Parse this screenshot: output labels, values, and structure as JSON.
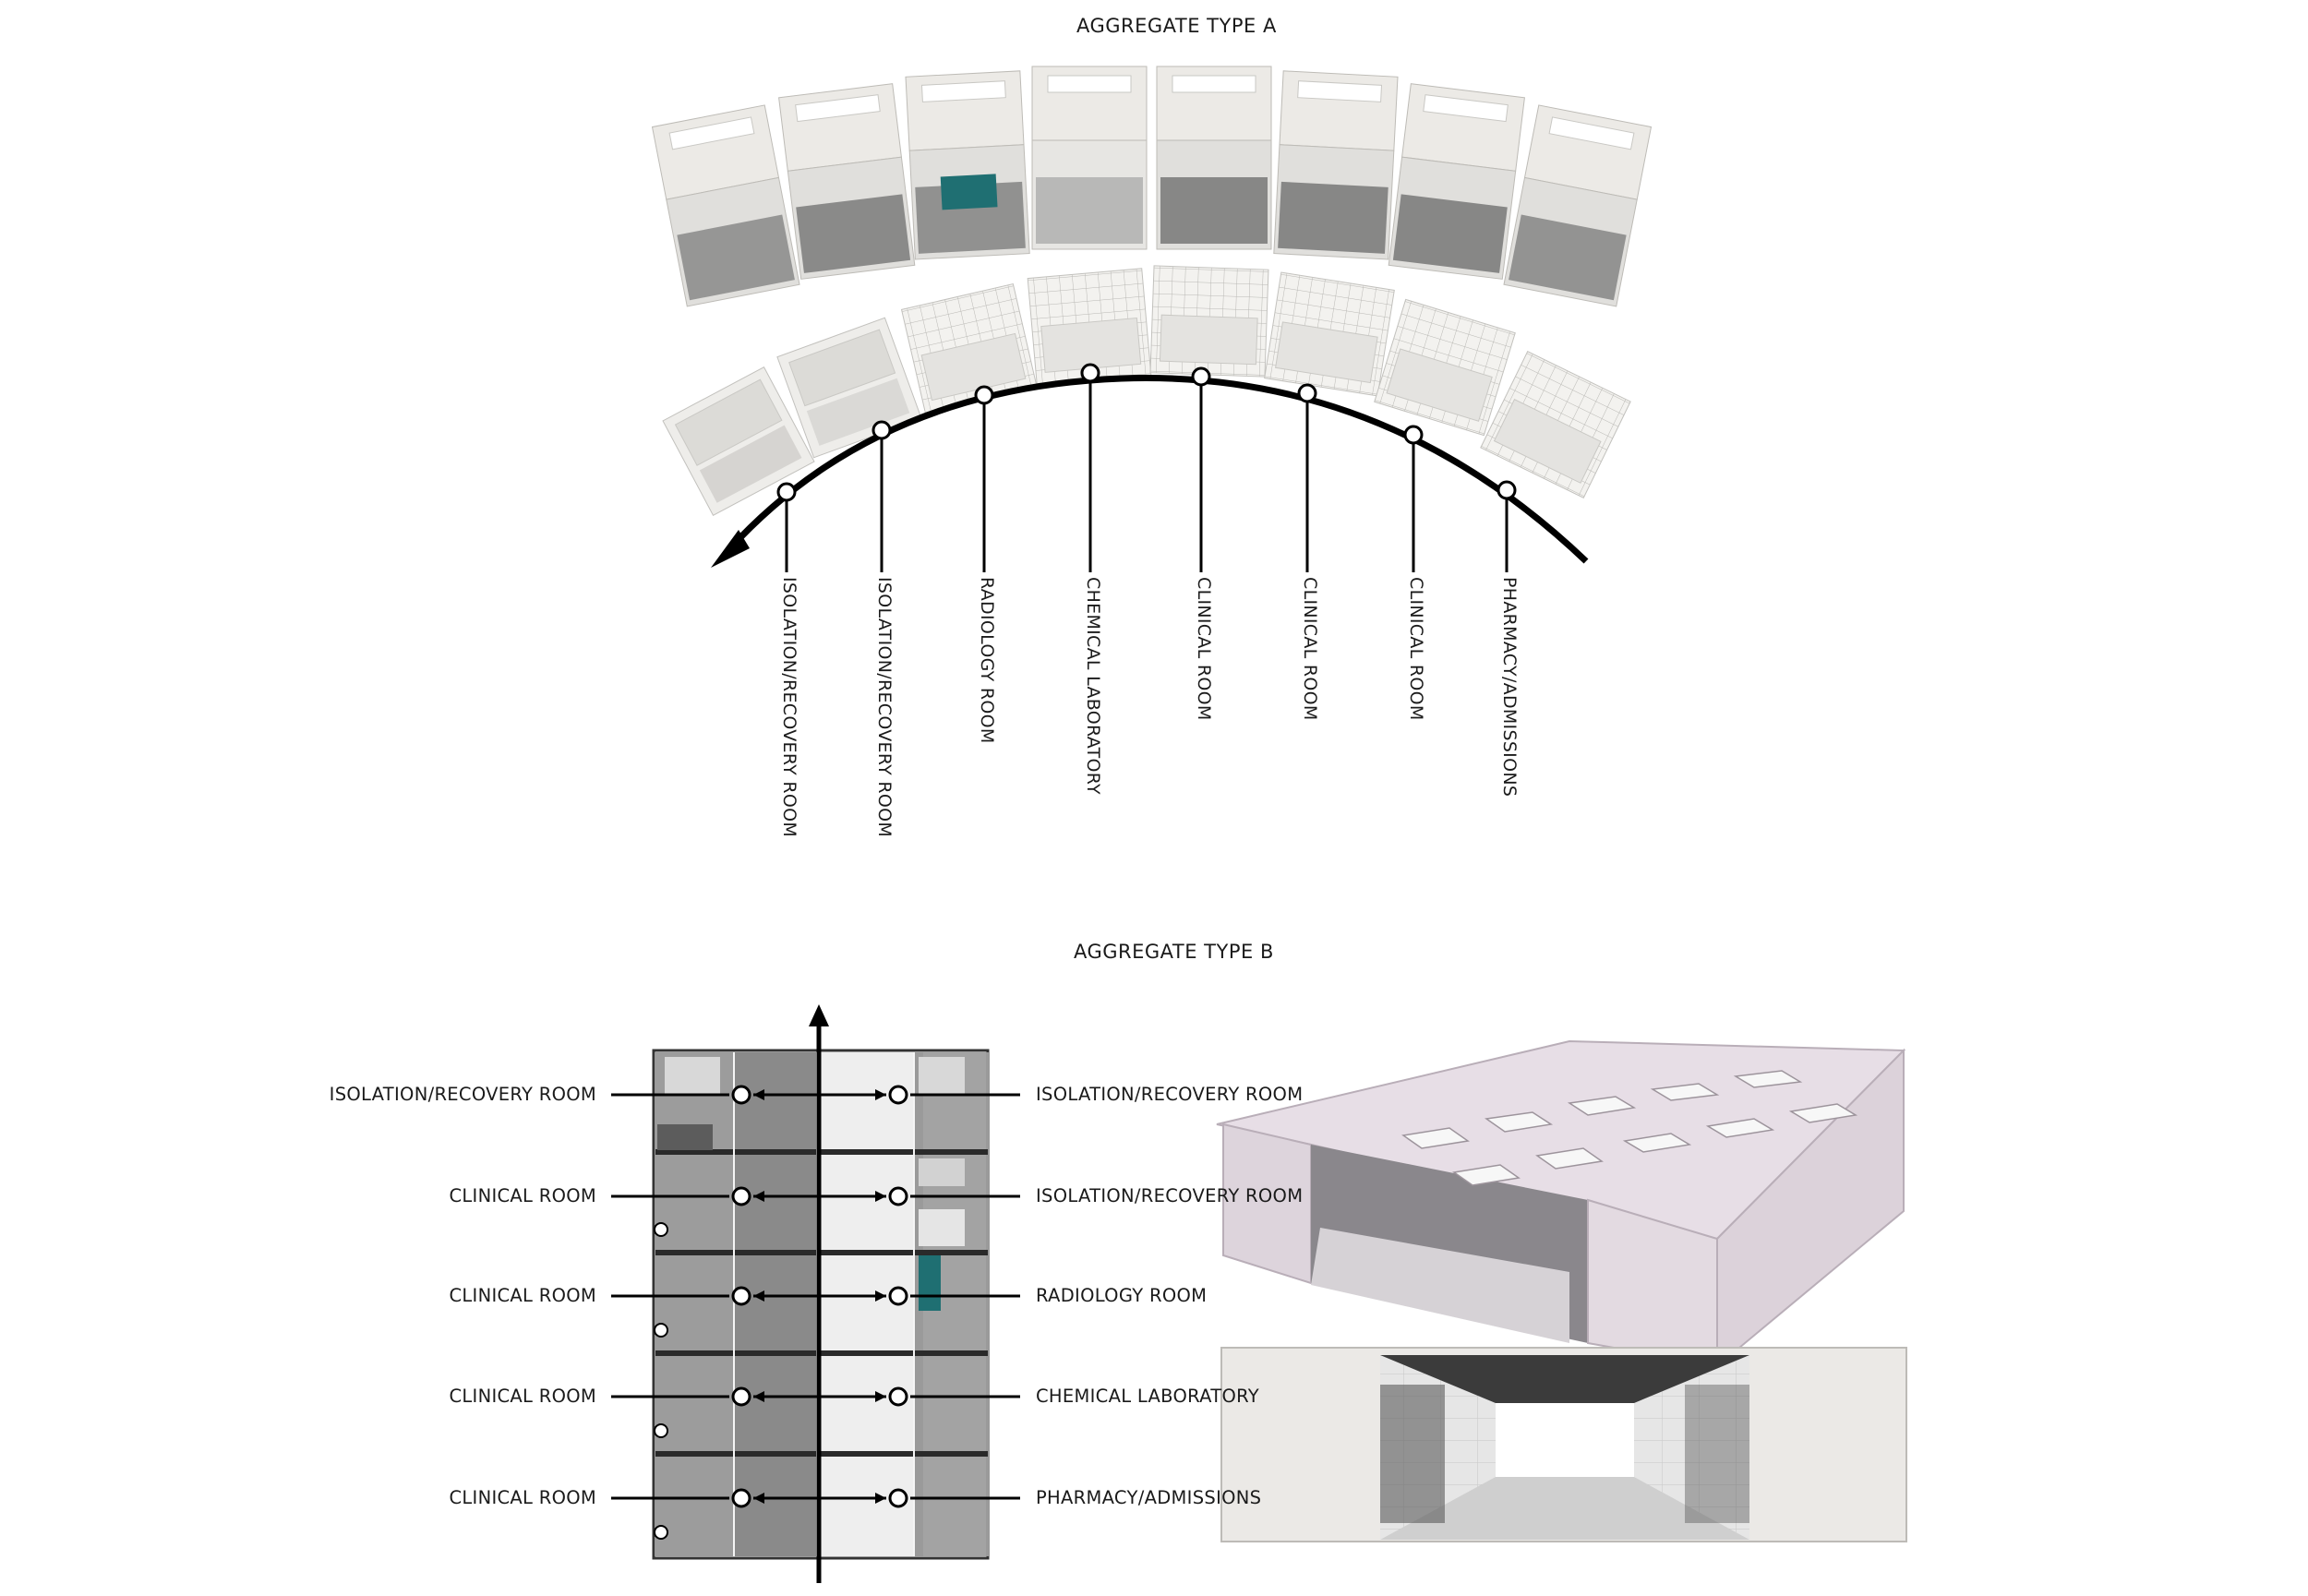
{
  "aggregate_a": {
    "title": "AGGREGATE TYPE A",
    "rooms": [
      "ISOLATION/RECOVERY ROOM",
      "ISOLATION/RECOVERY ROOM",
      "RADIOLOGY ROOM",
      "CHEMICAL LABORATORY",
      "CLINICAL ROOM",
      "CLINICAL ROOM",
      "CLINICAL ROOM",
      "PHARMACY/ADMISSIONS"
    ]
  },
  "aggregate_b": {
    "title": "AGGREGATE TYPE B",
    "left_rooms": [
      "ISOLATION/RECOVERY ROOM",
      "CLINICAL ROOM",
      "CLINICAL ROOM",
      "CLINICAL ROOM",
      "CLINICAL ROOM"
    ],
    "right_rooms": [
      "ISOLATION/RECOVERY ROOM",
      "ISOLATION/RECOVERY ROOM",
      "RADIOLOGY ROOM",
      "CHEMICAL LABORATORY",
      "PHARMACY/ADMISSIONS"
    ]
  },
  "colors": {
    "line": "#000000",
    "module_fill": "#ecebe8",
    "module_dark": "#6f6f6f",
    "teal": "#1f6f72",
    "lilac": "#e7dee6"
  }
}
